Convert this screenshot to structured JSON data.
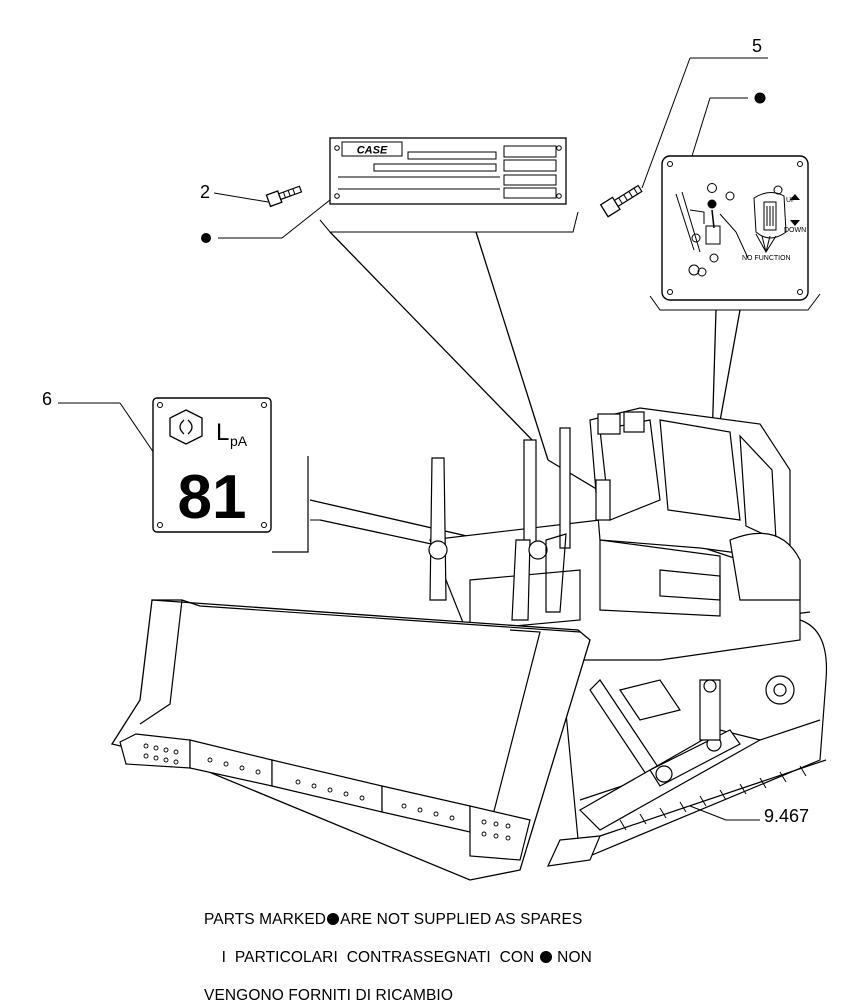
{
  "callouts": {
    "c2": "2",
    "c5": "5",
    "c6": "6",
    "c9467": "9.467"
  },
  "plates": {
    "brand": "CASE",
    "noise_symbol": "L",
    "noise_subscript": "pA",
    "noise_value": "81",
    "control_up": "UP",
    "control_down": "DOWN",
    "control_nofunction": "NO FUNCTION"
  },
  "note": {
    "line1_a": "PARTS MARKED",
    "line1_b": "ARE NOT SUPPLIED AS SPARES",
    "line2_a": "I  PARTICOLARI  CONTRASSEGNATI  CON",
    "line2_b": "NON",
    "line3": "VENGONO FORNITI DI RICAMBIO"
  }
}
